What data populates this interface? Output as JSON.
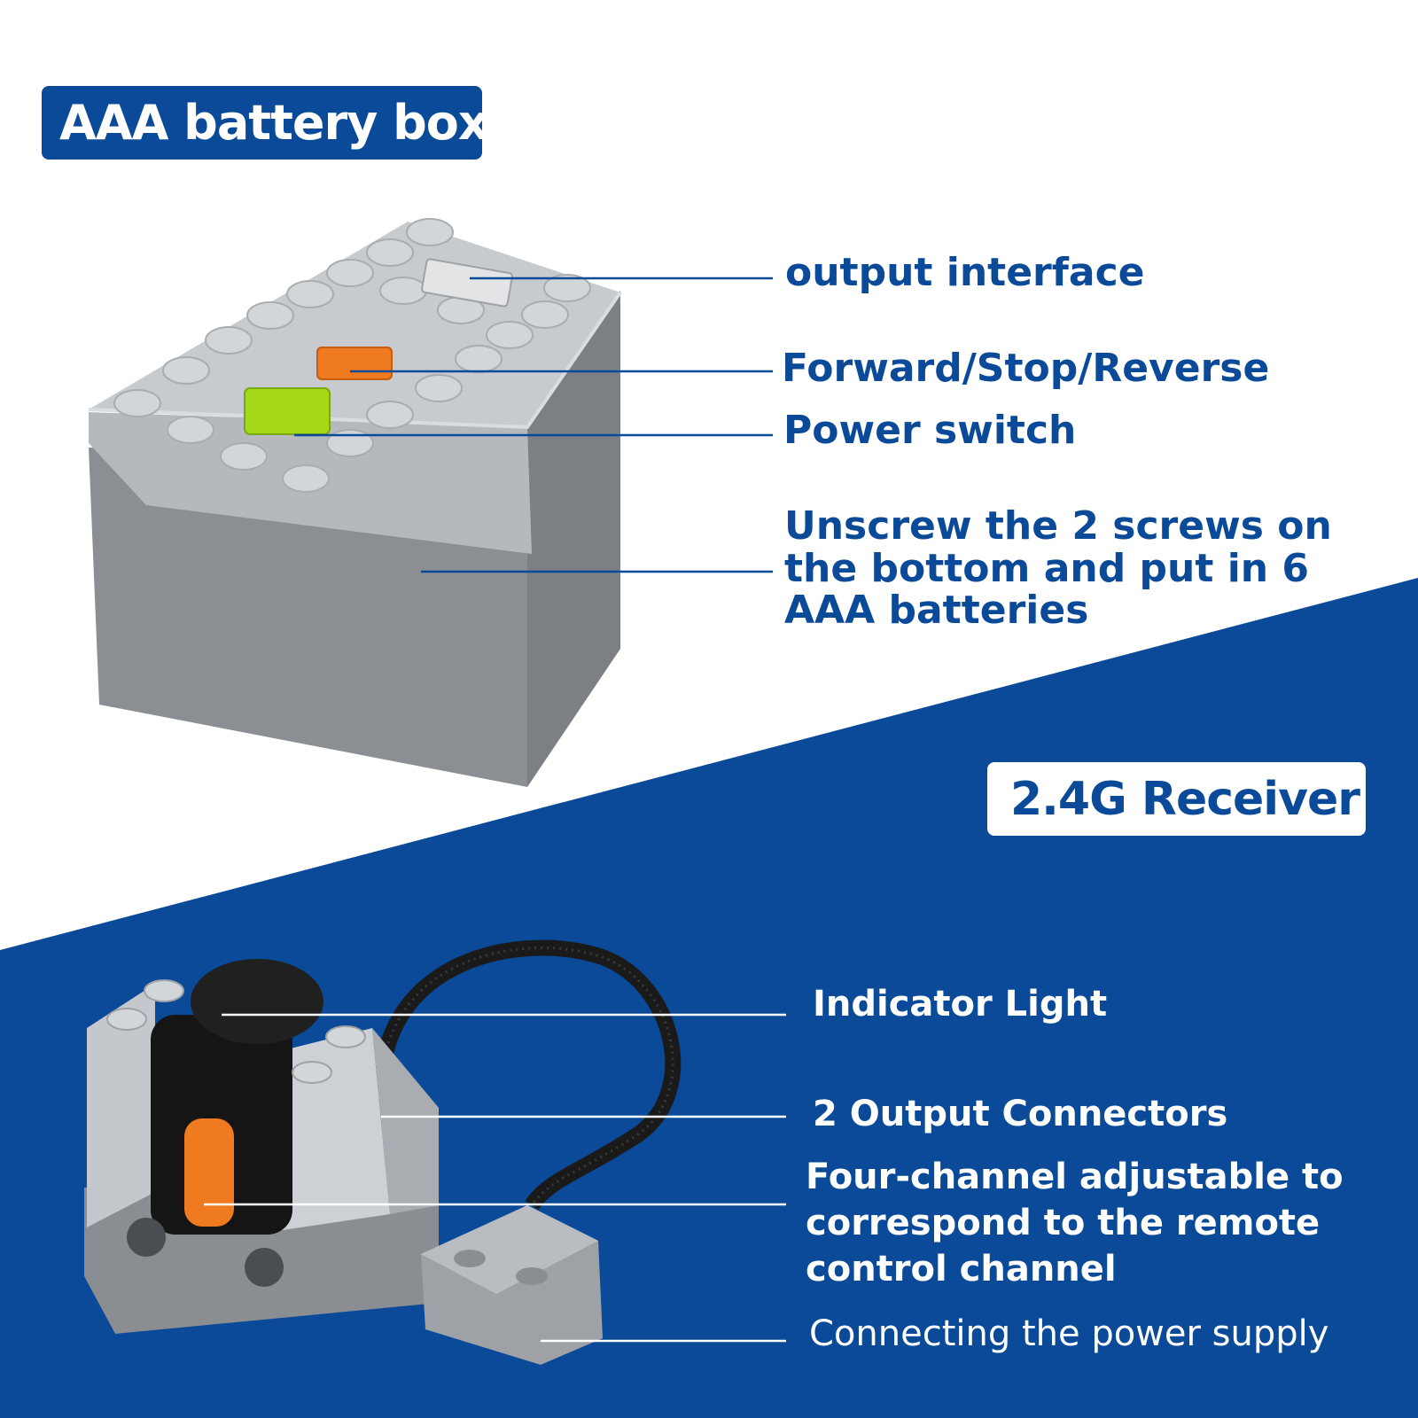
{
  "battery_section": {
    "title": "AAA battery box",
    "callouts": {
      "output_interface": "output interface",
      "forward_stop_reverse": "Forward/Stop/Reverse",
      "power_switch": "Power switch",
      "unscrew": "Unscrew the 2 screws on\nthe bottom and put in 6\nAAA batteries"
    }
  },
  "receiver_section": {
    "title": "2.4G Receiver",
    "callouts": {
      "indicator_light": "Indicator Light",
      "output_connectors": "2 Output Connectors",
      "four_channel": "Four-channel adjustable to\ncorrespond to the remote\ncontrol channel",
      "power_supply": "Connecting the power supply"
    }
  },
  "colors": {
    "brand_blue": "#0a4a98",
    "white": "#ffffff",
    "brick_light_gray": "#c4c8cc",
    "brick_dark_gray": "#8a8d91",
    "switch_orange": "#f07a20",
    "switch_lime": "#a6d81a"
  }
}
